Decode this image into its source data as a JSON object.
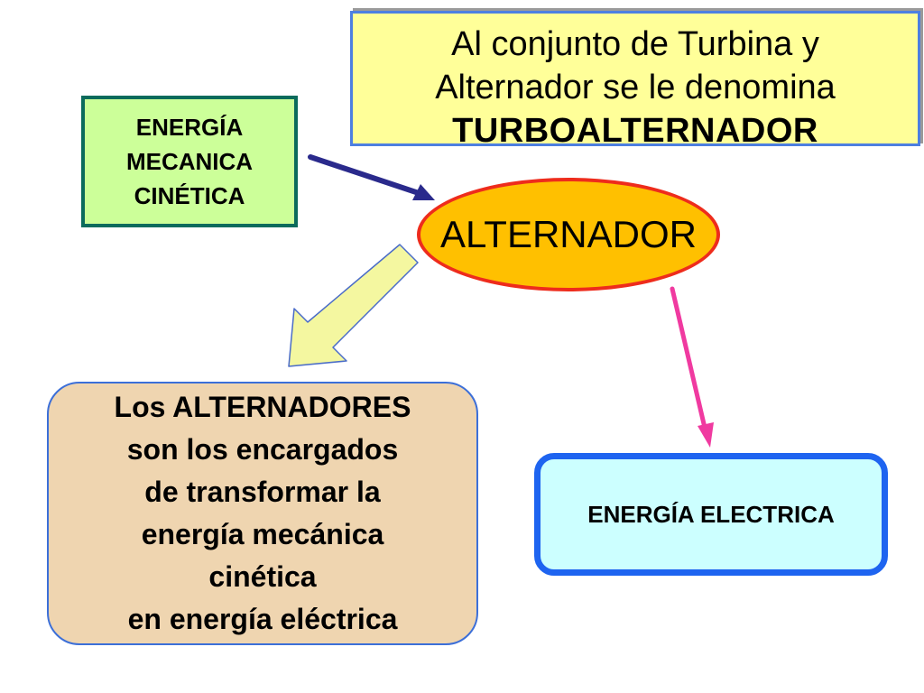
{
  "top_note": {
    "line1": "Al conjunto de Turbina y",
    "line2": "Alternador se le denomina",
    "line3": "TURBOALTERNADOR"
  },
  "mechanical_energy": {
    "line1": "ENERGÍA",
    "line2": "MECANICA",
    "line3": "CINÉTICA"
  },
  "alternator": {
    "label": "ALTERNADOR"
  },
  "description": {
    "lines": [
      "Los ALTERNADORES",
      "son los encargados",
      "de transformar la",
      "energía mecánica",
      "cinética",
      "en energía eléctrica"
    ]
  },
  "electric_energy": {
    "label": "ENERGÍA ELECTRICA"
  },
  "colors": {
    "top_note_fill": "#ffff99",
    "top_note_border": "#4d7fe0",
    "mechanical_fill": "#ccff99",
    "mechanical_border": "#0b6b5c",
    "oval_fill": "#ffc000",
    "oval_border": "#ee2c1c",
    "description_fill": "#efd5b0",
    "electric_fill": "#ccffff",
    "electric_border": "#1e64f0",
    "arrow_mech_to_alt": "#2a2a8c",
    "arrow_alt_to_desc_fill": "#f4f7a0",
    "arrow_alt_to_elec": "#f03aa0"
  }
}
